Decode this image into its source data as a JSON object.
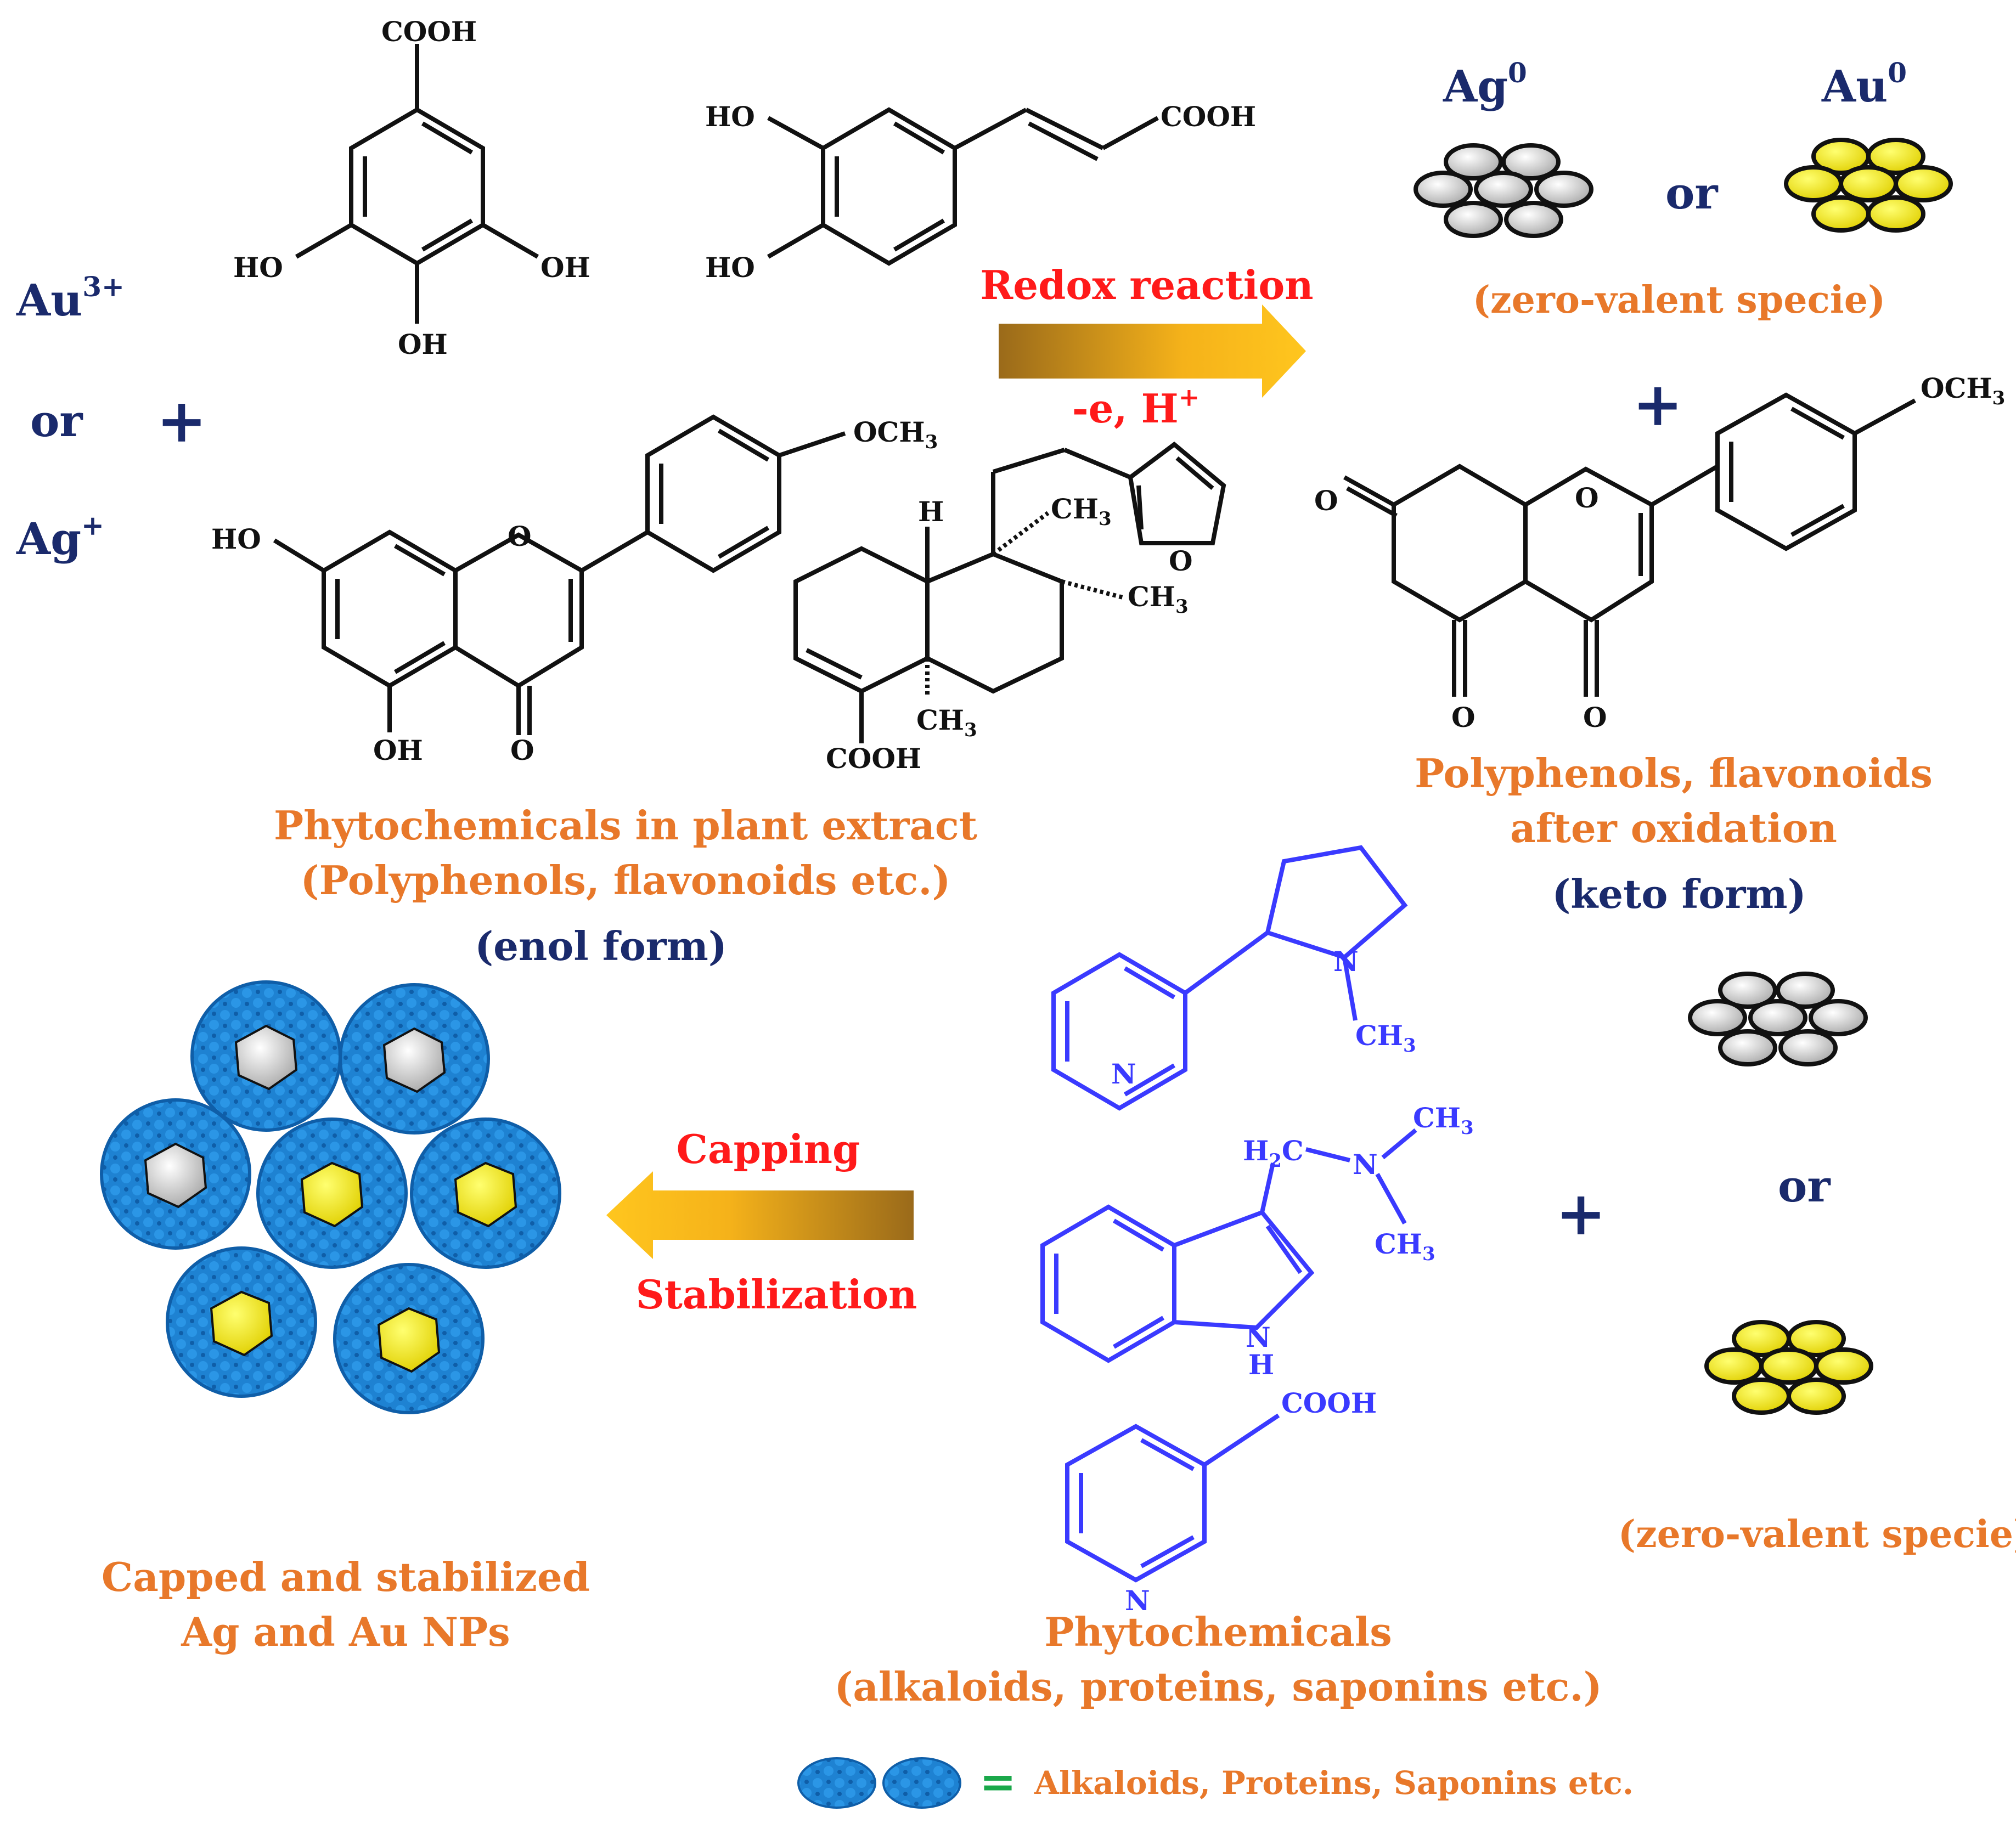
{
  "ions": {
    "au": "Au",
    "au_charge": "3+",
    "or": "or",
    "ag": "Ag",
    "ag_charge": "+"
  },
  "plus": "+",
  "reactants": {
    "gallic": {
      "cooh": "COOH",
      "oh1": "HO",
      "oh2": "OH",
      "oh3": "OH"
    },
    "caffeic": {
      "oh1": "HO",
      "oh2": "HO",
      "cooh": "COOH"
    },
    "flavone": {
      "ho": "HO",
      "o_ring": "O",
      "och3": "OCH",
      "och3_sub": "3",
      "oh": "OH",
      "o_keto": "O"
    },
    "terpene": {
      "h": "H",
      "ch3_a": "CH",
      "ch3_b": "CH",
      "ch3_c": "CH",
      "sub3": "3",
      "o": "O",
      "cooh": "COOH"
    },
    "label_line1": "Phytochemicals in plant extract",
    "label_line2": "(Polyphenols, flavonoids etc.)",
    "form": "(enol form)"
  },
  "redox": {
    "label": "Redox reaction",
    "sub_label": "-e, H",
    "sub_sup": "+"
  },
  "products_top": {
    "ag": "Ag",
    "au": "Au",
    "sup0": "0",
    "or": "or",
    "zero_valent": "(zero-valent specie)"
  },
  "oxidized": {
    "o_ring": "O",
    "o_left": "O",
    "o_bottom1": "O",
    "o_bottom2": "O",
    "och3": "OCH",
    "och3_sub": "3",
    "label_line1": "Polyphenols, flavonoids",
    "label_line2": "after oxidation",
    "form": "(keto form)"
  },
  "phyto2": {
    "nicotine": {
      "n_ring": "N",
      "n_pyrr": "N",
      "ch3": "CH",
      "sub3": "3"
    },
    "gramine": {
      "h2c": "H",
      "h2c_sub": "2",
      "h2c_c": "C",
      "n": "N",
      "ch3a": "CH",
      "ch3b": "CH",
      "sub3": "3",
      "nh_n": "N",
      "nh_h": "H"
    },
    "niacin": {
      "cooh": "COOH",
      "n": "N"
    },
    "label_line1": "Phytochemicals",
    "label_line2": "(alkaloids, proteins, saponins etc.)"
  },
  "products_right": {
    "or": "or",
    "zero_valent": "(zero-valent specie)"
  },
  "capping": {
    "label1": "Capping",
    "label2": "Stabilization"
  },
  "result": {
    "label_line1": "Capped and stabilized",
    "label_line2": "Ag and Au NPs"
  },
  "legend": {
    "equals": "=",
    "text": "Alkaloids, Proteins, Saponins etc."
  },
  "colors": {
    "navy": "#1a2a6c",
    "orange": "#e8782a",
    "red": "#ff1a1a",
    "blue": "#3a3aff",
    "green": "#1aa84a",
    "cap_blue": "#1e82d2",
    "gold": "#f5e600",
    "silver": "#d8d8d8"
  }
}
